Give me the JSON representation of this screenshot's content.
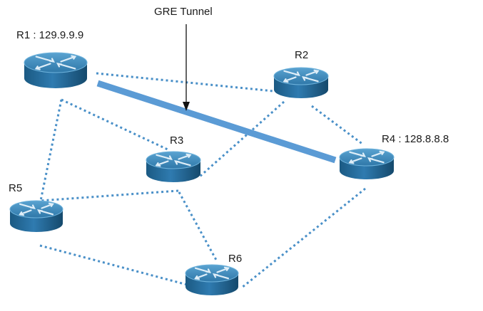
{
  "tunnel": {
    "label": "GRE Tunnel",
    "color": "#5b9bd5"
  },
  "routers": [
    {
      "id": "r1",
      "label": "R1 : 129.9.9.9"
    },
    {
      "id": "r2",
      "label": "R2"
    },
    {
      "id": "r3",
      "label": "R3"
    },
    {
      "id": "r4",
      "label": "R4 : 128.8.8.8"
    },
    {
      "id": "r5",
      "label": "R5"
    },
    {
      "id": "r6",
      "label": "R6"
    }
  ],
  "links": [
    [
      "r1",
      "r2"
    ],
    [
      "r1",
      "r3"
    ],
    [
      "r1",
      "r5"
    ],
    [
      "r2",
      "r3"
    ],
    [
      "r2",
      "r4"
    ],
    [
      "r3",
      "r5"
    ],
    [
      "r3",
      "r6"
    ],
    [
      "r4",
      "r6"
    ],
    [
      "r5",
      "r6"
    ]
  ],
  "colors": {
    "link": "#4a90c8",
    "router_top": "#3e86b6",
    "router_side": "#1e5f8a",
    "arrow": "#dfeef8"
  }
}
